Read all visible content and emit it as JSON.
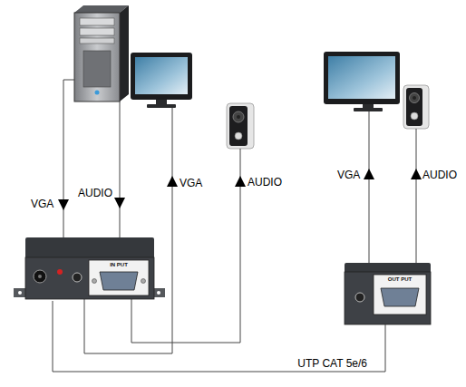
{
  "diagram": {
    "nodes": [
      {
        "text": [
          "IN PUT"
        ]
      },
      {
        "text": [
          "OUT PUT"
        ]
      }
    ],
    "edges": [
      {
        "from": 0,
        "to": 1,
        "arrow": "none",
        "label": "UTP CAT 5e/6"
      }
    ],
    "labels": [
      "VGA",
      "AUDIO",
      "VGA",
      "AUDIO",
      "VGA",
      "AUDIO"
    ]
  }
}
